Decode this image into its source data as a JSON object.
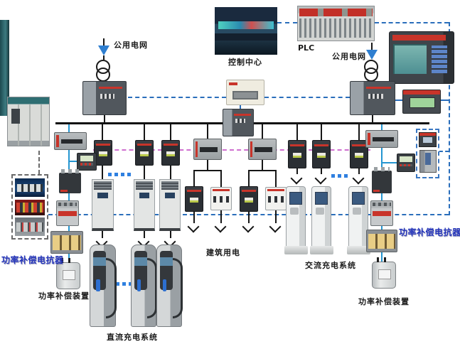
{
  "labels": {
    "public_grid_left": "公用电网",
    "public_grid_right": "公用电网",
    "control_center": "控制中心",
    "plc": "PLC",
    "reactor_label_left": "功率补偿电抗器",
    "reactor_label_right": "功率补偿电抗器",
    "compensation_device_left": "功率补偿装置",
    "compensation_device_right": "功率补偿装置",
    "building_power": "建筑用电",
    "dc_charging_system": "直流充电系统",
    "ac_charging_system": "交流充电系统"
  },
  "colors": {
    "bus_line": "#111111",
    "power_branch_blue": "#2596d1",
    "comm_dashed_blue": "#2a6ebb",
    "accessory_dashed_pink": "#cf6fcf",
    "repeat_dots_blue": "#2f80e0",
    "blue_label_text": "#2233bb",
    "device_red_accent": "#c8342a"
  }
}
